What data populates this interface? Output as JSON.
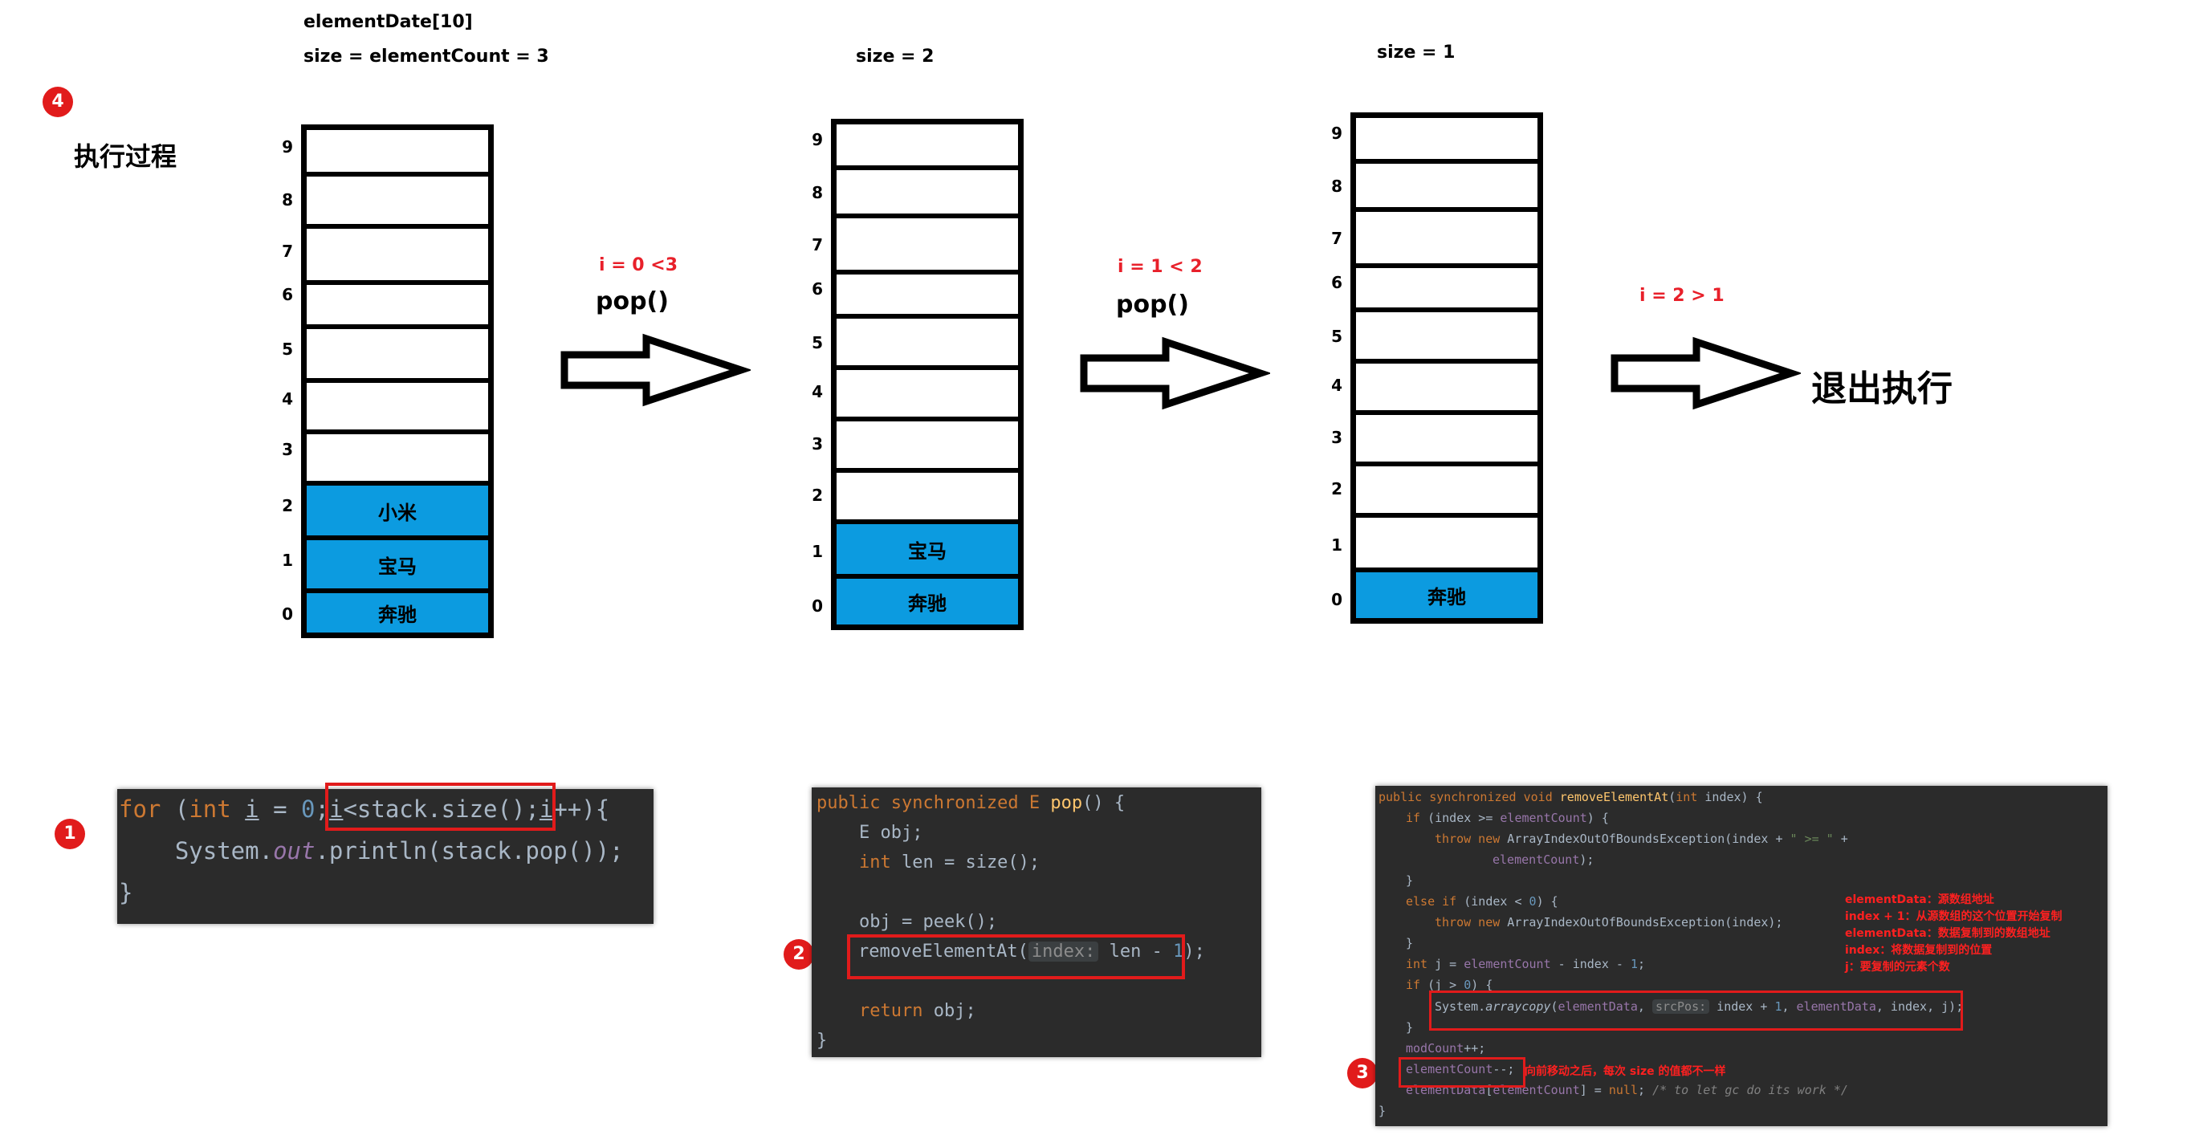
{
  "header": {
    "array_decl": "elementDate[10]",
    "size1": "size = elementCount = 3",
    "size2": "size = 2",
    "size3": "size = 1"
  },
  "section": {
    "badge": "4",
    "title": "执行过程"
  },
  "indices": [
    "9",
    "8",
    "7",
    "6",
    "5",
    "4",
    "3",
    "2",
    "1",
    "0"
  ],
  "stack1": {
    "items": [
      "小米",
      "宝马",
      "奔驰"
    ]
  },
  "stack2": {
    "items": [
      "宝马",
      "奔驰"
    ]
  },
  "stack3": {
    "items": [
      "奔驰"
    ]
  },
  "steps": [
    {
      "condition": "i = 0 <3",
      "op": "pop()"
    },
    {
      "condition": "i = 1 < 2",
      "op": "pop()"
    },
    {
      "condition": "i = 2 > 1",
      "result": "退出执行"
    }
  ],
  "badges": {
    "b1": "1",
    "b2": "2",
    "b3": "3"
  },
  "code1": {
    "l1_for": "for",
    "l1_a": " (",
    "l1_int": "int",
    "l1_b": " ",
    "l1_i": "i",
    "l1_c": " = ",
    "l1_zero": "0",
    "l1_d": ";",
    "l1_i2": "i",
    "l1_e": "<stack.size();",
    "l1_i3": "i",
    "l1_f": "++){",
    "l2_a": "    System.",
    "l2_out": "out",
    "l2_b": ".println(stack.pop());",
    "l3": "}"
  },
  "code2": {
    "l1_kw": "public synchronized",
    "l1_type": " E ",
    "l1_fn": "pop",
    "l1_rest": "() {",
    "l2": "    E obj;",
    "l3_kw": "int",
    "l3_rest": " len = size();",
    "l4": "    obj = peek();",
    "l5_a": "removeElementAt(",
    "l5_hint": "index:",
    "l5_b": " len - ",
    "l5_one": "1",
    "l5_c": ");",
    "l6_kw": "return",
    "l6_rest": " obj;",
    "l7": "}"
  },
  "code3": {
    "l1_kw": "public synchronized void",
    "l1_fn": " removeElementAt",
    "l1_a": "(",
    "l1_int": "int",
    "l1_b": " index) {",
    "l2_if": "if",
    "l2_a": " (index >= ",
    "l2_f": "elementCount",
    "l2_b": ") {",
    "l3_kw": "throw new",
    "l3_a": " ArrayIndexOutOfBoundsException(index + ",
    "l3_s": "\" >= \"",
    "l3_b": " +",
    "l4_f": "elementCount",
    "l4_b": ");",
    "l5": "}",
    "l6_kw": "else if",
    "l6_a": " (index < ",
    "l6_n": "0",
    "l6_b": ") {",
    "l7_kw": "throw new",
    "l7_a": " ArrayIndexOutOfBoundsException(index);",
    "l8": "}",
    "l9_int": "int",
    "l9_a": " j = ",
    "l9_f": "elementCount",
    "l9_b": " - index - ",
    "l9_n": "1",
    "l9_c": ";",
    "l10_if": "if",
    "l10_a": " (j > ",
    "l10_n": "0",
    "l10_b": ") {",
    "l11_a": "System.",
    "l11_m": "arraycopy",
    "l11_b": "(",
    "l11_f1": "elementData",
    "l11_c": ", ",
    "l11_hint": "srcPos:",
    "l11_d": " index + ",
    "l11_n": "1",
    "l11_e": ", ",
    "l11_f2": "elementData",
    "l11_g": ", index, j);",
    "l12": "}",
    "l13_f": "modCount",
    "l13_b": "++;",
    "l14_f": "elementCount",
    "l14_b": "--;",
    "l15_f1": "elementData",
    "l15_a": "[",
    "l15_f2": "elementCount",
    "l15_b": "] = ",
    "l15_kw": "null",
    "l15_c": "; ",
    "l15_cmt": "/* to let gc do its work */",
    "l16": "}"
  },
  "annotations": {
    "notes": [
      "elementData：源数组地址",
      "index + 1：从源数组的这个位置开始复制",
      "elementData：数据复制到的数组地址",
      "index：将数据复制到的位置",
      "j：要复制的元素个数"
    ],
    "count_note": "向前移动之后，每次 size 的值都不一样"
  },
  "colors": {
    "cell_fill": "#0c9be0",
    "highlight": "#e11b1b",
    "editor_bg": "#2b2b2b"
  }
}
